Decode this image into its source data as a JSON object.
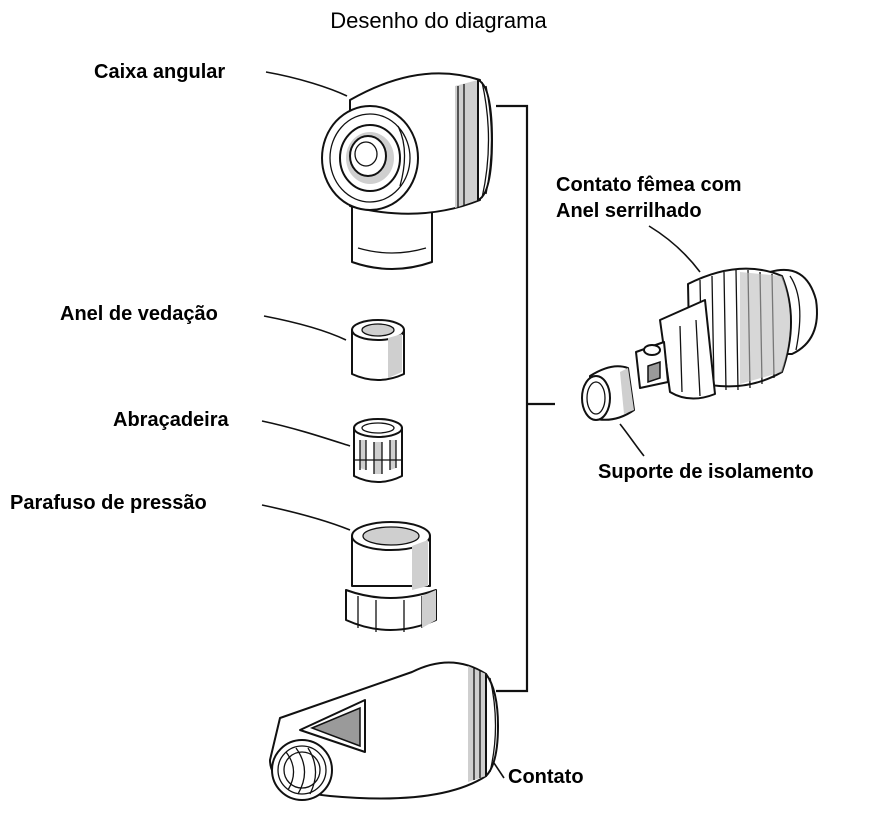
{
  "title": "Desenho do diagrama",
  "labels": {
    "angled_housing": "Caixa angular",
    "seal_ring": "Anel de vedação",
    "clamp": "Abraçadeira",
    "pressure_screw": "Parafuso de pressão",
    "female_contact_line1": "Contato fêmea com",
    "female_contact_line2": "Anel serrilhado",
    "insulation_support": "Suporte de isolamento",
    "contact": "Contato"
  }
}
